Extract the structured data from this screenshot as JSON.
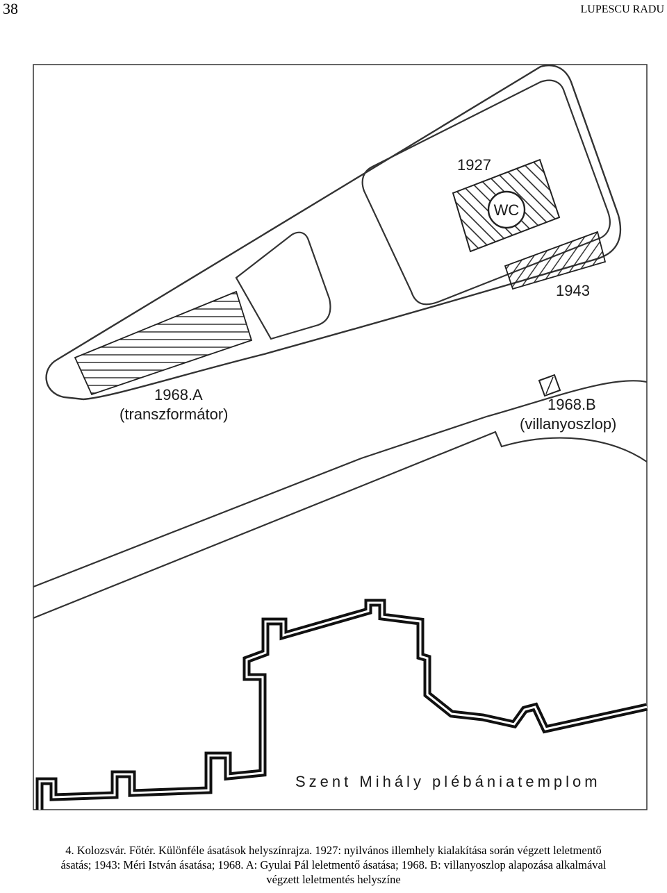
{
  "header": {
    "page_number": "38",
    "running_head": "LUPESCU RADU"
  },
  "map": {
    "labels": {
      "wc": "WC",
      "year_1927": "1927",
      "year_1943": "1943",
      "site_1968a": "1968.A",
      "site_1968a_note": "(transzformátor)",
      "site_1968b": "1968.B",
      "site_1968b_note": "(villanyoszlop)",
      "church": "Szent Mihály plébániatemplom"
    }
  },
  "caption": {
    "line1": "4. Kolozsvár. Főtér. Különféle ásatások helyszínrajza. 1927: nyilvános illemhely kialakítása során végzett leletmentő",
    "line2": "ásatás; 1943: Méri István ásatása; 1968. A: Gyulai Pál leletmentő ásatása; 1968. B: villanyoszlop alapozása alkalmával",
    "line3": "végzett leletmentés helyszíne"
  }
}
